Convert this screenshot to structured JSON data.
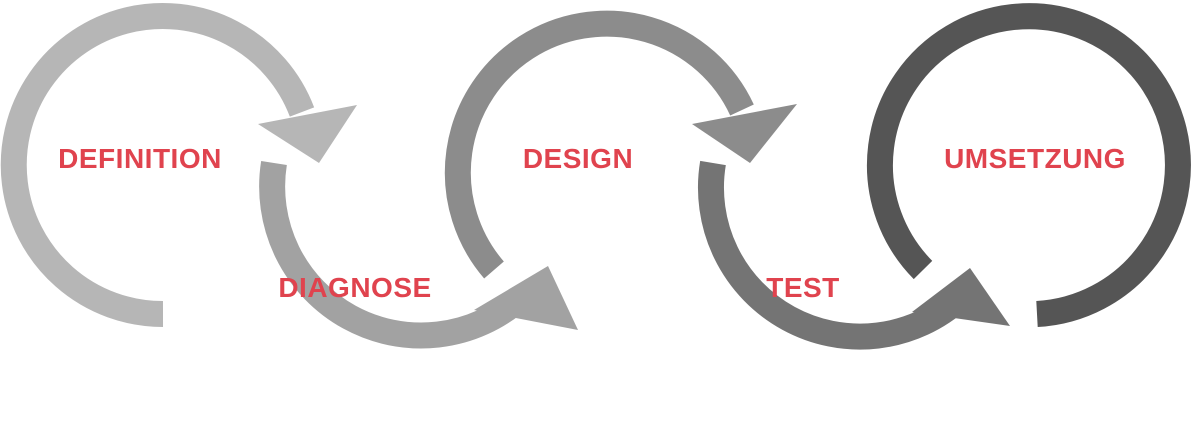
{
  "colors": {
    "label": "#e0434e",
    "stage_1": "#b6b6b6",
    "stage_2": "#a2a2a2",
    "stage_3": "#8c8c8c",
    "stage_4": "#747474",
    "stage_5": "#555555"
  },
  "stages": [
    {
      "label": "DEFINITION"
    },
    {
      "label": "DIAGNOSE"
    },
    {
      "label": "DESIGN"
    },
    {
      "label": "TEST"
    },
    {
      "label": "UMSETZUNG"
    }
  ]
}
